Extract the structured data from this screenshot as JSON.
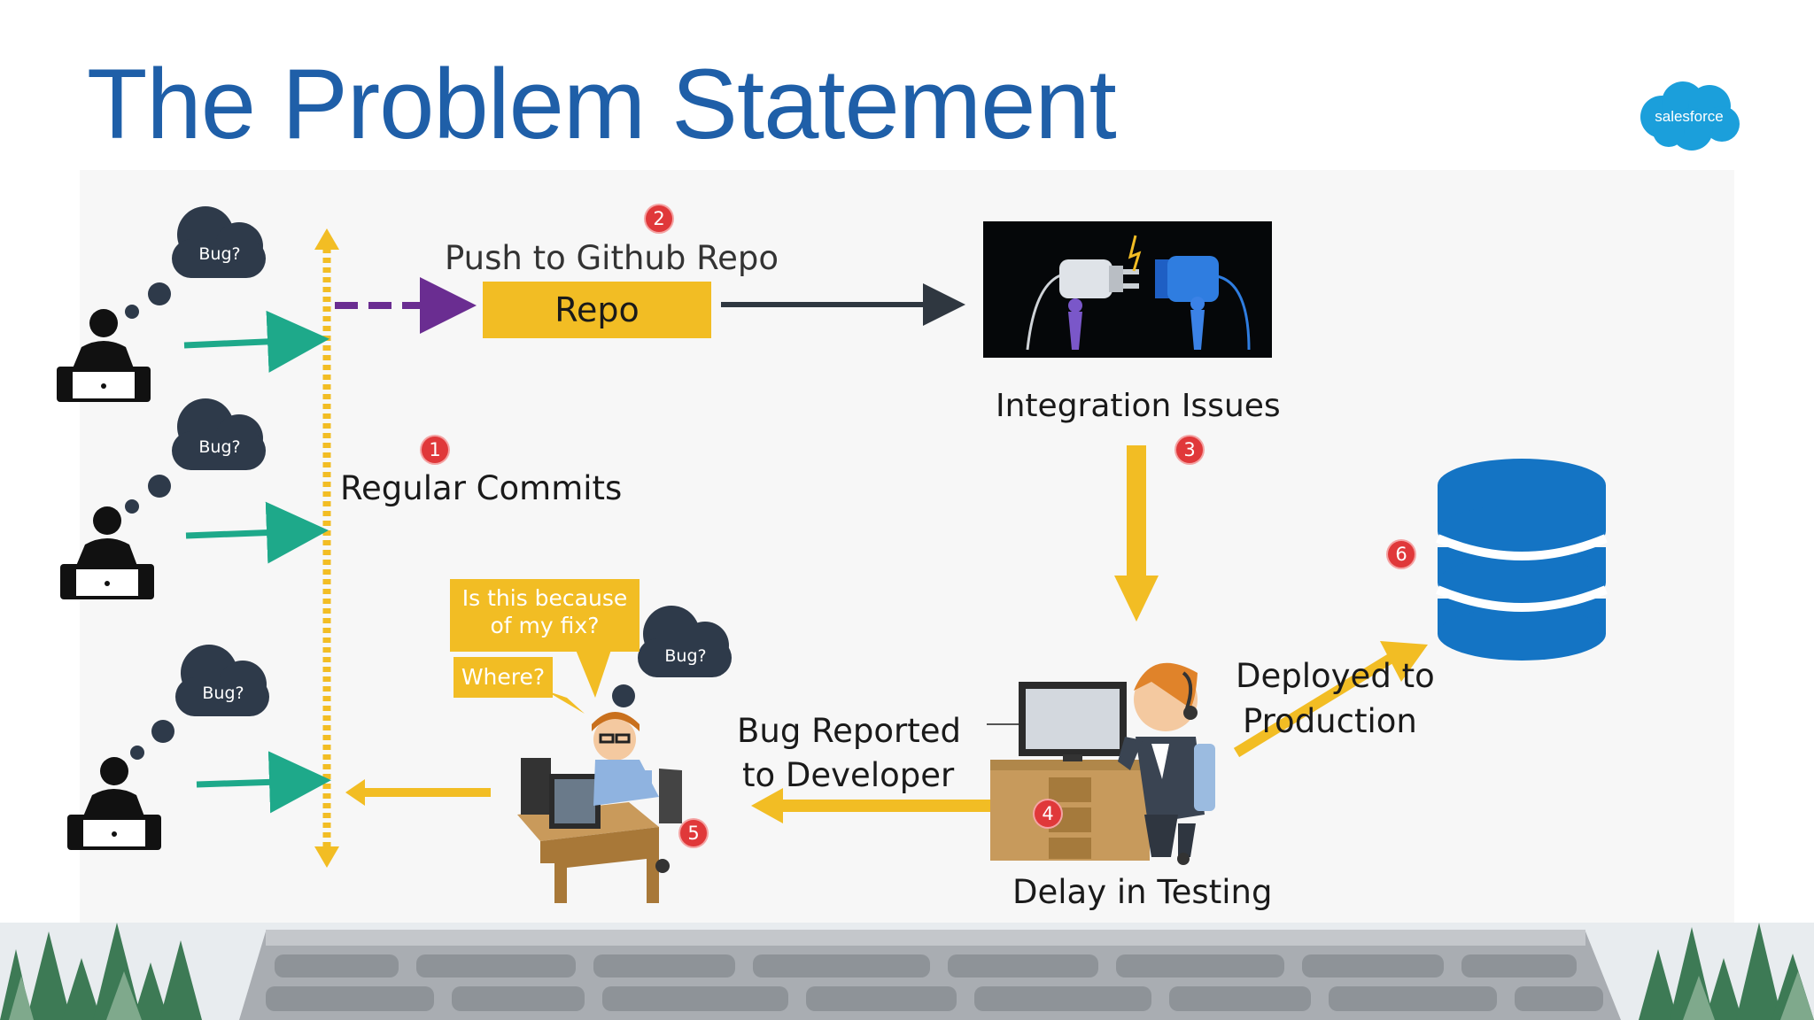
{
  "slide": {
    "title": "The Problem Statement",
    "logo_text": "salesforce"
  },
  "diagram": {
    "push_label": "Push to Github Repo",
    "repo_label": "Repo",
    "commits_label": "Regular Commits",
    "integration_label": "Integration Issues",
    "testing_label": "Delay in Testing",
    "deployed_line1": "Deployed to",
    "deployed_line2": "Production",
    "bug_reported_line1": "Bug Reported",
    "bug_reported_line2": "to Developer",
    "fix_question_line1": "Is this because",
    "fix_question_line2": "of my fix?",
    "where_question": "Where?",
    "bug_cloud_text": "Bug?",
    "badges": [
      "1",
      "2",
      "3",
      "4",
      "5",
      "6"
    ]
  },
  "colors": {
    "title": "#1f5fa8",
    "accent_yellow": "#f2bd24",
    "arrow_green": "#1ea98a",
    "arrow_purple": "#6a2d91",
    "arrow_dark": "#2f3740",
    "database_blue": "#1474c4",
    "badge_red": "#e0383a",
    "cloud_dark": "#2e3a4a"
  }
}
